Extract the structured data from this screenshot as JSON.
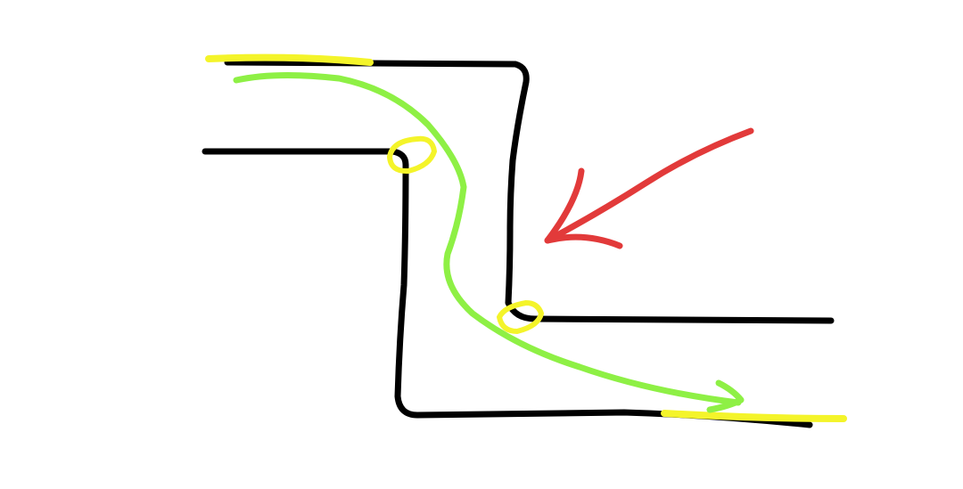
{
  "drawing": {
    "colors": {
      "background": "#ffffff",
      "channel_walls": "#000000",
      "flow_path": "#8ef045",
      "edge_highlights": "#f4f42a",
      "corner_markers": "#f4f42a",
      "pointer_arrow": "#e23a3a"
    },
    "elements": [
      "channel-upper-wall",
      "channel-lower-wall",
      "flow-path-arrow",
      "edge-highlight-start",
      "edge-highlight-end",
      "corner-marker-upper",
      "corner-marker-lower",
      "pointer-arrow"
    ]
  }
}
